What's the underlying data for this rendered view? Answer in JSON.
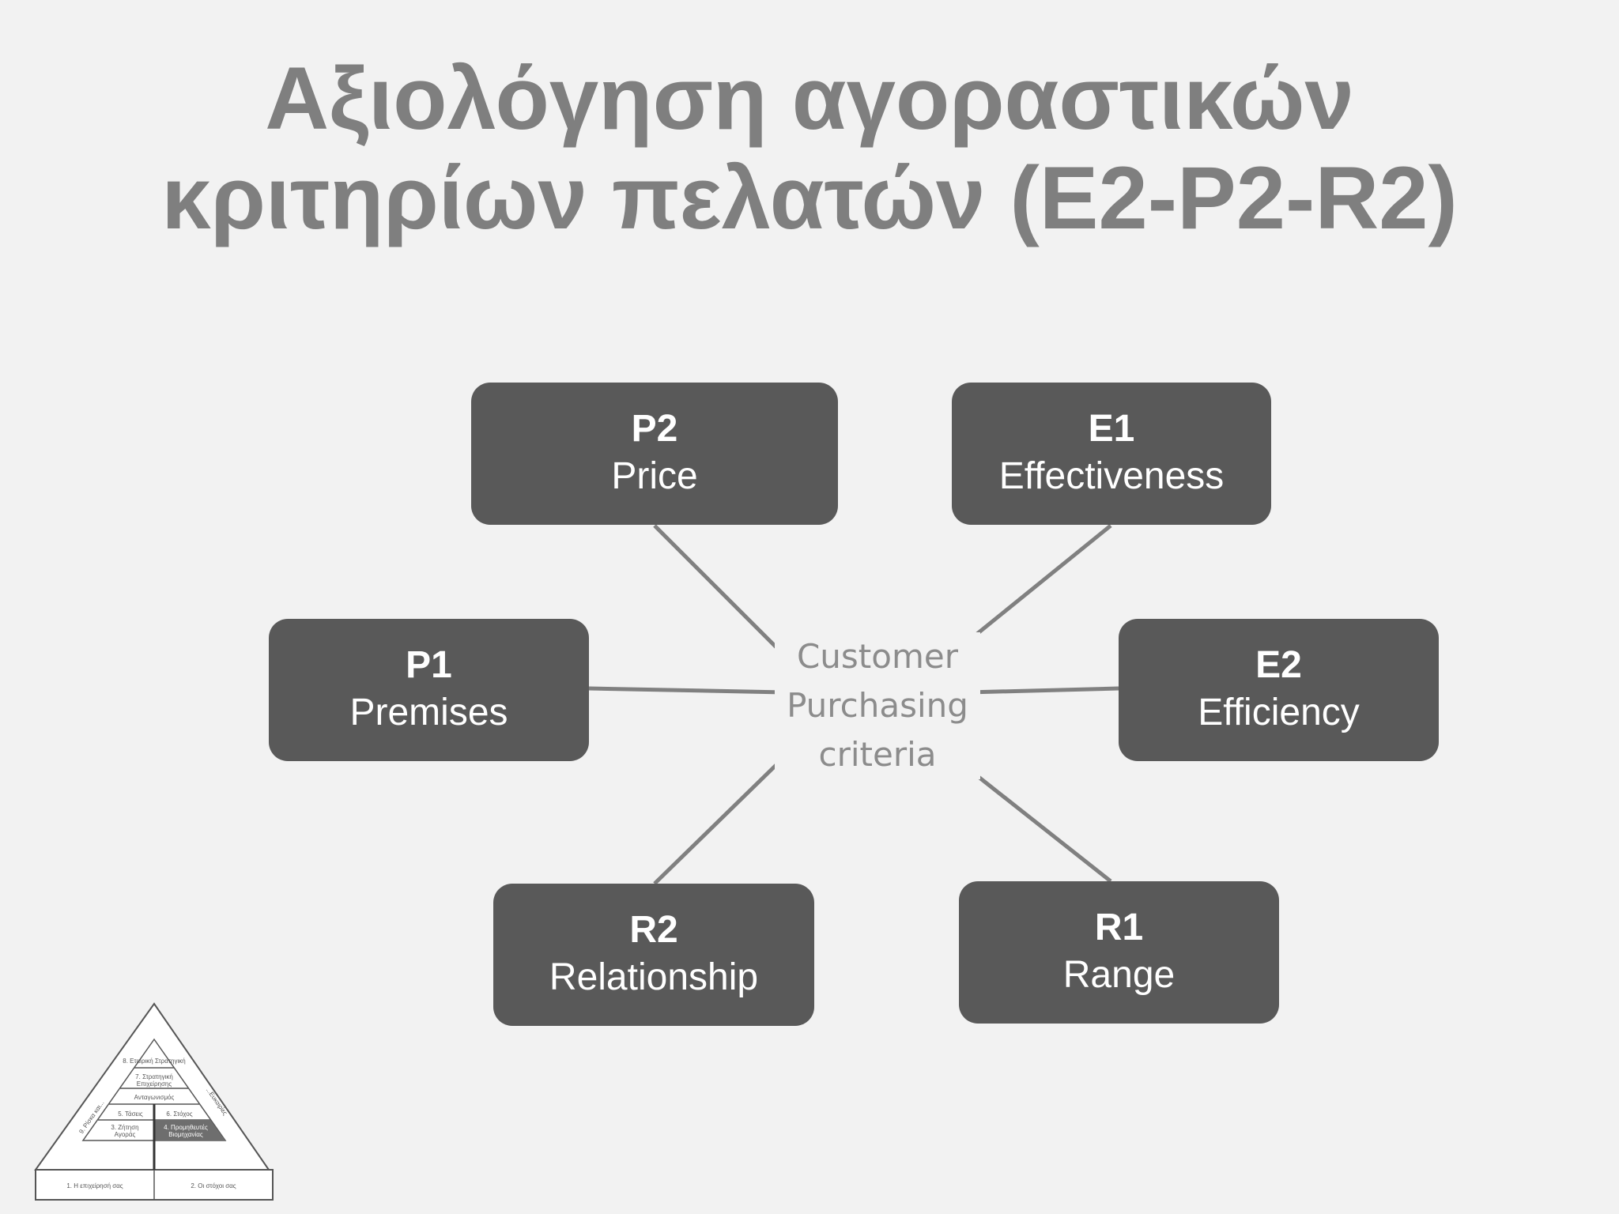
{
  "title": {
    "line1": "Αξιολόγηση αγοραστικών",
    "line2": "κριτηρίων πελατών (E2-P2-R2)"
  },
  "center": {
    "line1": "Customer",
    "line2": "Purchasing",
    "line3": "criteria"
  },
  "nodes": {
    "p2": {
      "code": "P2",
      "label": "Price"
    },
    "e1": {
      "code": "E1",
      "label": "Effectiveness"
    },
    "p1": {
      "code": "P1",
      "label": "Premises"
    },
    "e2": {
      "code": "E2",
      "label": "Efficiency"
    },
    "r2": {
      "code": "R2",
      "label": "Relationship"
    },
    "r1": {
      "code": "R1",
      "label": "Range"
    }
  },
  "colors": {
    "title": "#7f7f7f",
    "node_fill": "#595959",
    "node_text": "#ffffff",
    "connector": "#808080",
    "background": "#f2f2f2"
  },
  "pyramid": {
    "top": "8. Εταιρική Στρατηγική",
    "left_side": "9. Ρίσκα και...",
    "right_side": "...Ευκαιρίες",
    "level7_line1": "7. Στρατηγική",
    "level7_line2": "Επιχείρησης",
    "level_comp": "Ανταγωνισμός",
    "level5": "5. Τάσεις",
    "level6": "6. Στόχος",
    "level3_line1": "3. Ζήτηση",
    "level3_line2": "Αγοράς",
    "level4_line1": "4. Προμηθευτές",
    "level4_line2": "Βιομηχανίας",
    "base_left": "1. Η επιχείρησή σας",
    "base_right": "2. Οι στόχοι σας"
  }
}
